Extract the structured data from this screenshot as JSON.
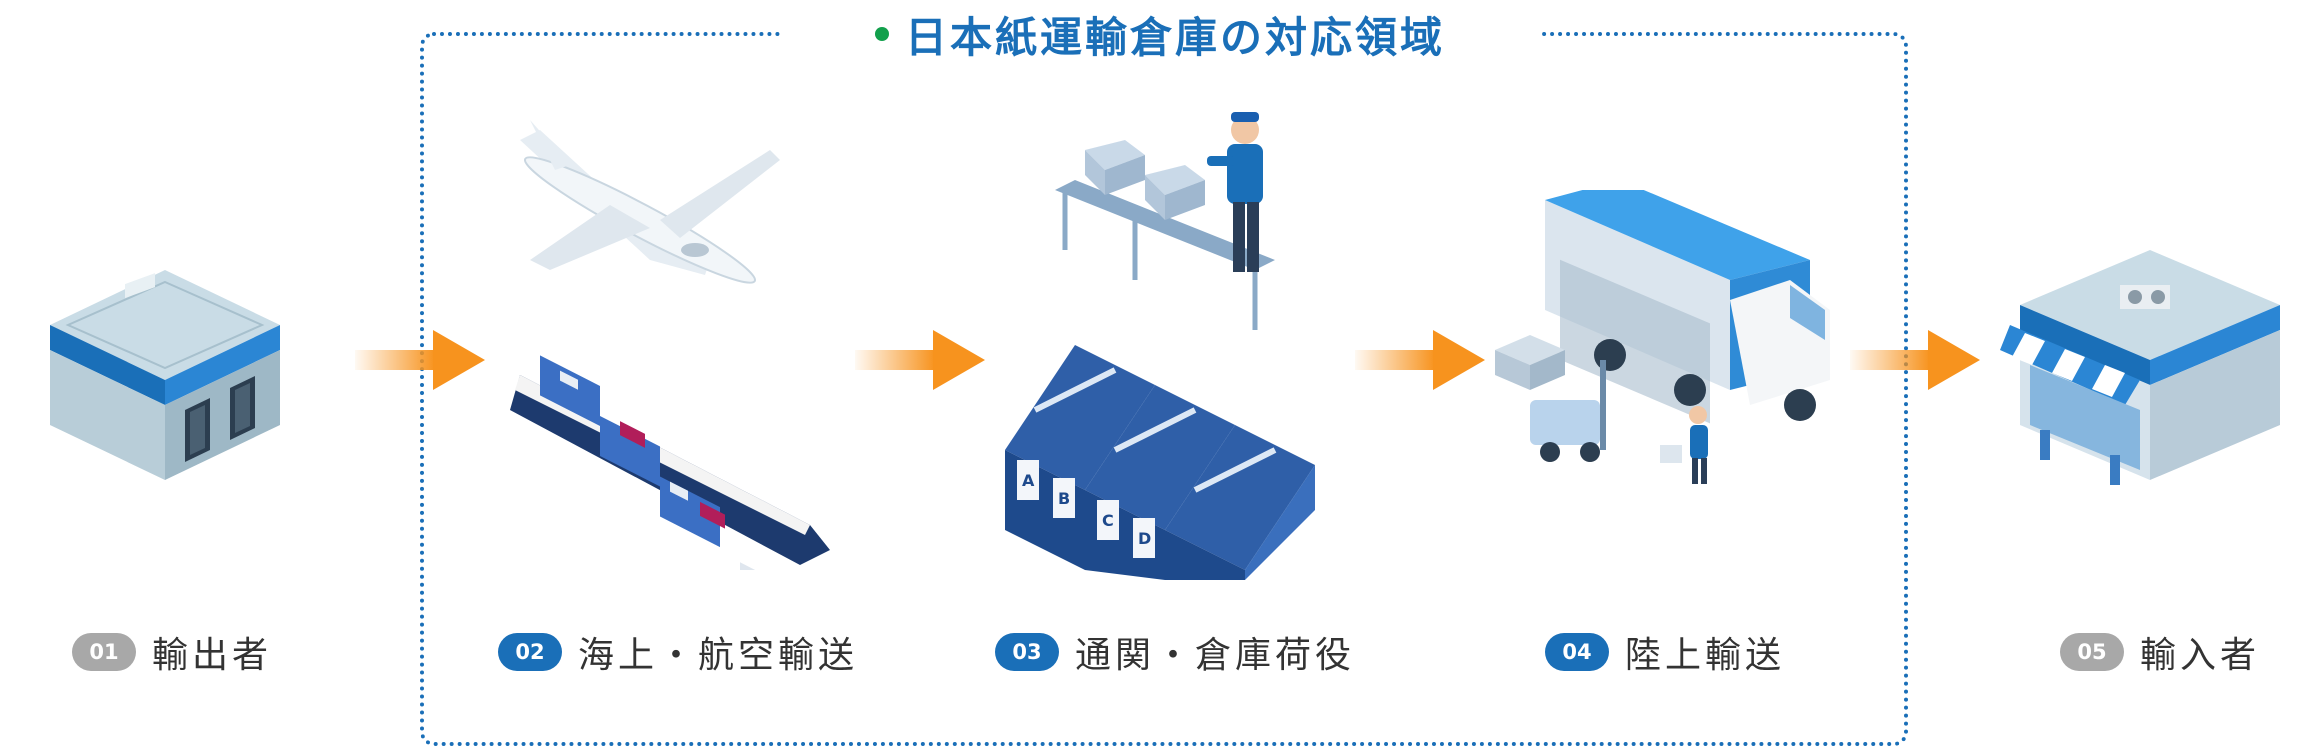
{
  "scope_title": "日本紙運輸倉庫の対応領域",
  "colors": {
    "accent": "#1a6fb8",
    "dot": "#12a04c",
    "arrow": "#f7931e",
    "gray_badge": "#a8a8a8"
  },
  "steps": [
    {
      "number": "01",
      "label": "輸出者",
      "icon": "exporter-building-icon",
      "badge": "gray"
    },
    {
      "number": "02",
      "label": "海上・航空輸送",
      "icon": "plane-and-ship-icon",
      "badge": "blue"
    },
    {
      "number": "03",
      "label": "通関・倉庫荷役",
      "icon": "warehouse-and-worker-icon",
      "badge": "blue"
    },
    {
      "number": "04",
      "label": "陸上輸送",
      "icon": "truck-and-forklift-icon",
      "badge": "blue"
    },
    {
      "number": "05",
      "label": "輸入者",
      "icon": "importer-store-icon",
      "badge": "gray"
    }
  ],
  "warehouse_doors": [
    "A",
    "B",
    "C",
    "D"
  ]
}
